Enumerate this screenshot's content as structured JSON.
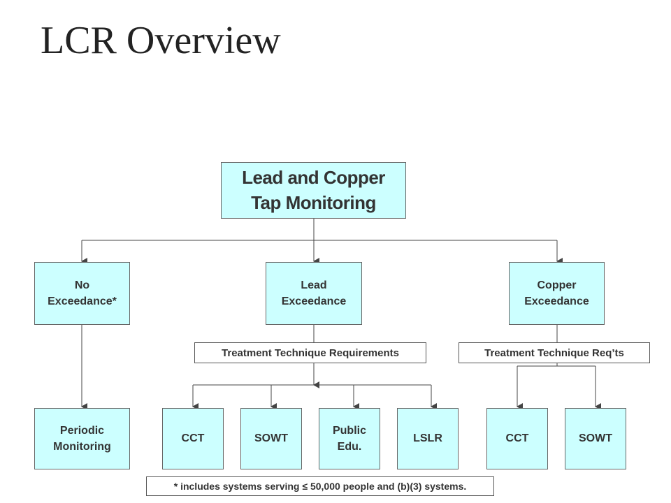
{
  "title": "LCR Overview",
  "root": "Lead and Copper\nTap Monitoring",
  "branches": {
    "no_exceedance": "No\nExceedance*",
    "lead_exceedance": "Lead\nExceedance",
    "copper_exceedance": "Copper\nExceedance"
  },
  "labels": {
    "lead_treatment": "Treatment Technique Requirements",
    "copper_treatment": "Treatment Technique Req’ts"
  },
  "leaves": {
    "periodic_monitoring": "Periodic\nMonitoring",
    "lead_cct": "CCT",
    "lead_sowt": "SOWT",
    "public_edu": "Public\nEdu.",
    "lslr": "LSLR",
    "copper_cct": "CCT",
    "copper_sowt": "SOWT"
  },
  "footnote": "* includes systems serving ≤ 50,000 people and (b)(3) systems."
}
